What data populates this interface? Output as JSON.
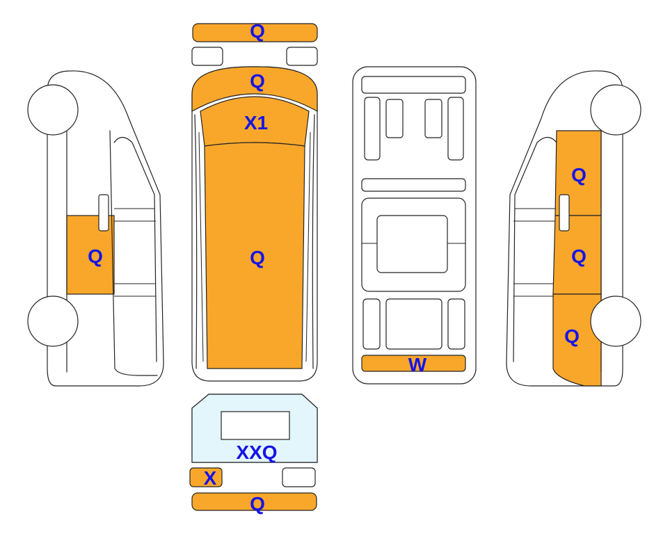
{
  "colors": {
    "damage": "#F9A72B",
    "glass": "#E3F6FC",
    "label": "#1414E6",
    "outline": "#222222"
  },
  "labels": {
    "front_bumper": "Q",
    "hood": "Q",
    "windshield": "X1",
    "roof": "Q",
    "rear_bumper_top_view": "W",
    "rear_glass": "XXQ",
    "rear_left_lamp": "X",
    "rear_bumper": "Q",
    "left_door": "Q",
    "right_front_door": "Q",
    "right_rear_door": "Q",
    "right_rear_quarter": "Q"
  }
}
